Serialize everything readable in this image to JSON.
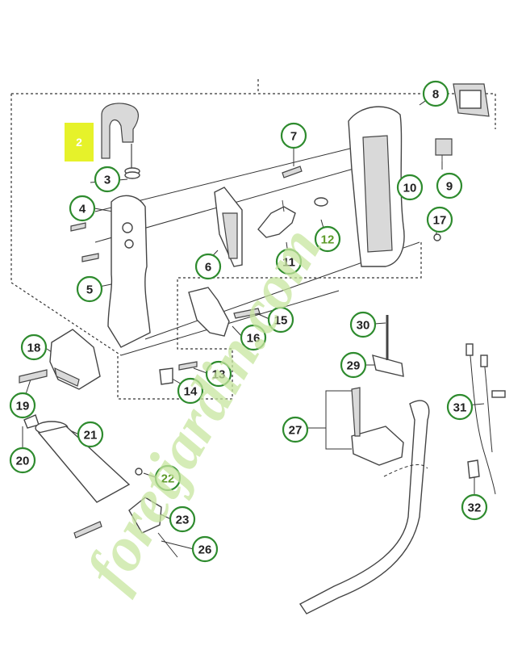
{
  "diagram": {
    "selected_part": "2",
    "watermark": "foretjardin.com",
    "accent_color": "#2e8b2e",
    "highlight_color": "#e6f22a",
    "callouts": [
      "2",
      "3",
      "4",
      "5",
      "6",
      "7",
      "8",
      "9",
      "10",
      "11",
      "12",
      "13",
      "14",
      "15",
      "16",
      "17",
      "18",
      "19",
      "20",
      "21",
      "22",
      "23",
      "26",
      "27",
      "29",
      "30",
      "31",
      "32"
    ]
  }
}
